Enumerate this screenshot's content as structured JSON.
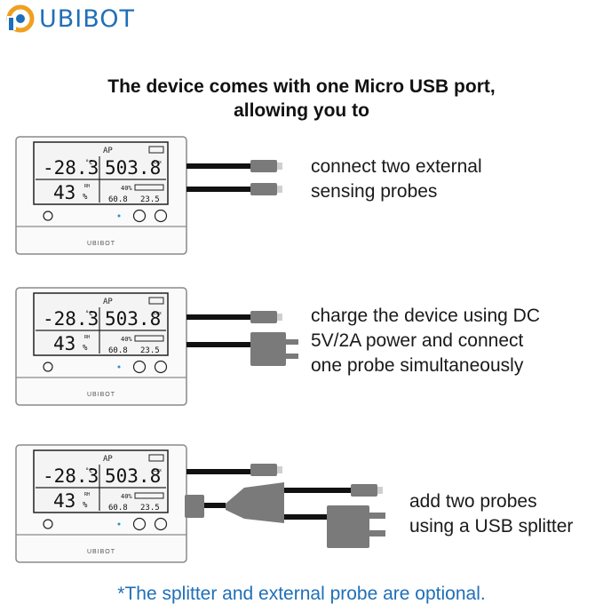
{
  "brand": {
    "logo_text": "UBIBOT",
    "device_brand": "UBIBOT",
    "accent": "#1f6fb8"
  },
  "headline": {
    "line1": "The device comes with one Micro USB port,",
    "line2": "allowing you to"
  },
  "display": {
    "temp": "-28.3",
    "temp_unit": "°C",
    "light": "503.8",
    "light_unit": "Lux",
    "humidity": "43",
    "humidity_unit": "%",
    "rh_label": "RH",
    "status_ap": "AP",
    "battery_pct": "40%",
    "probe1": "60.8",
    "probe2": "23.5"
  },
  "options": [
    {
      "lines": [
        "connect two external",
        "sensing probes"
      ]
    },
    {
      "lines": [
        "charge the device using DC",
        "5V/2A power and connect",
        "one probe simultaneously"
      ]
    },
    {
      "lines": [
        "add two probes",
        "using a USB splitter"
      ]
    }
  ],
  "footnote": "*The splitter and external probe are optional."
}
